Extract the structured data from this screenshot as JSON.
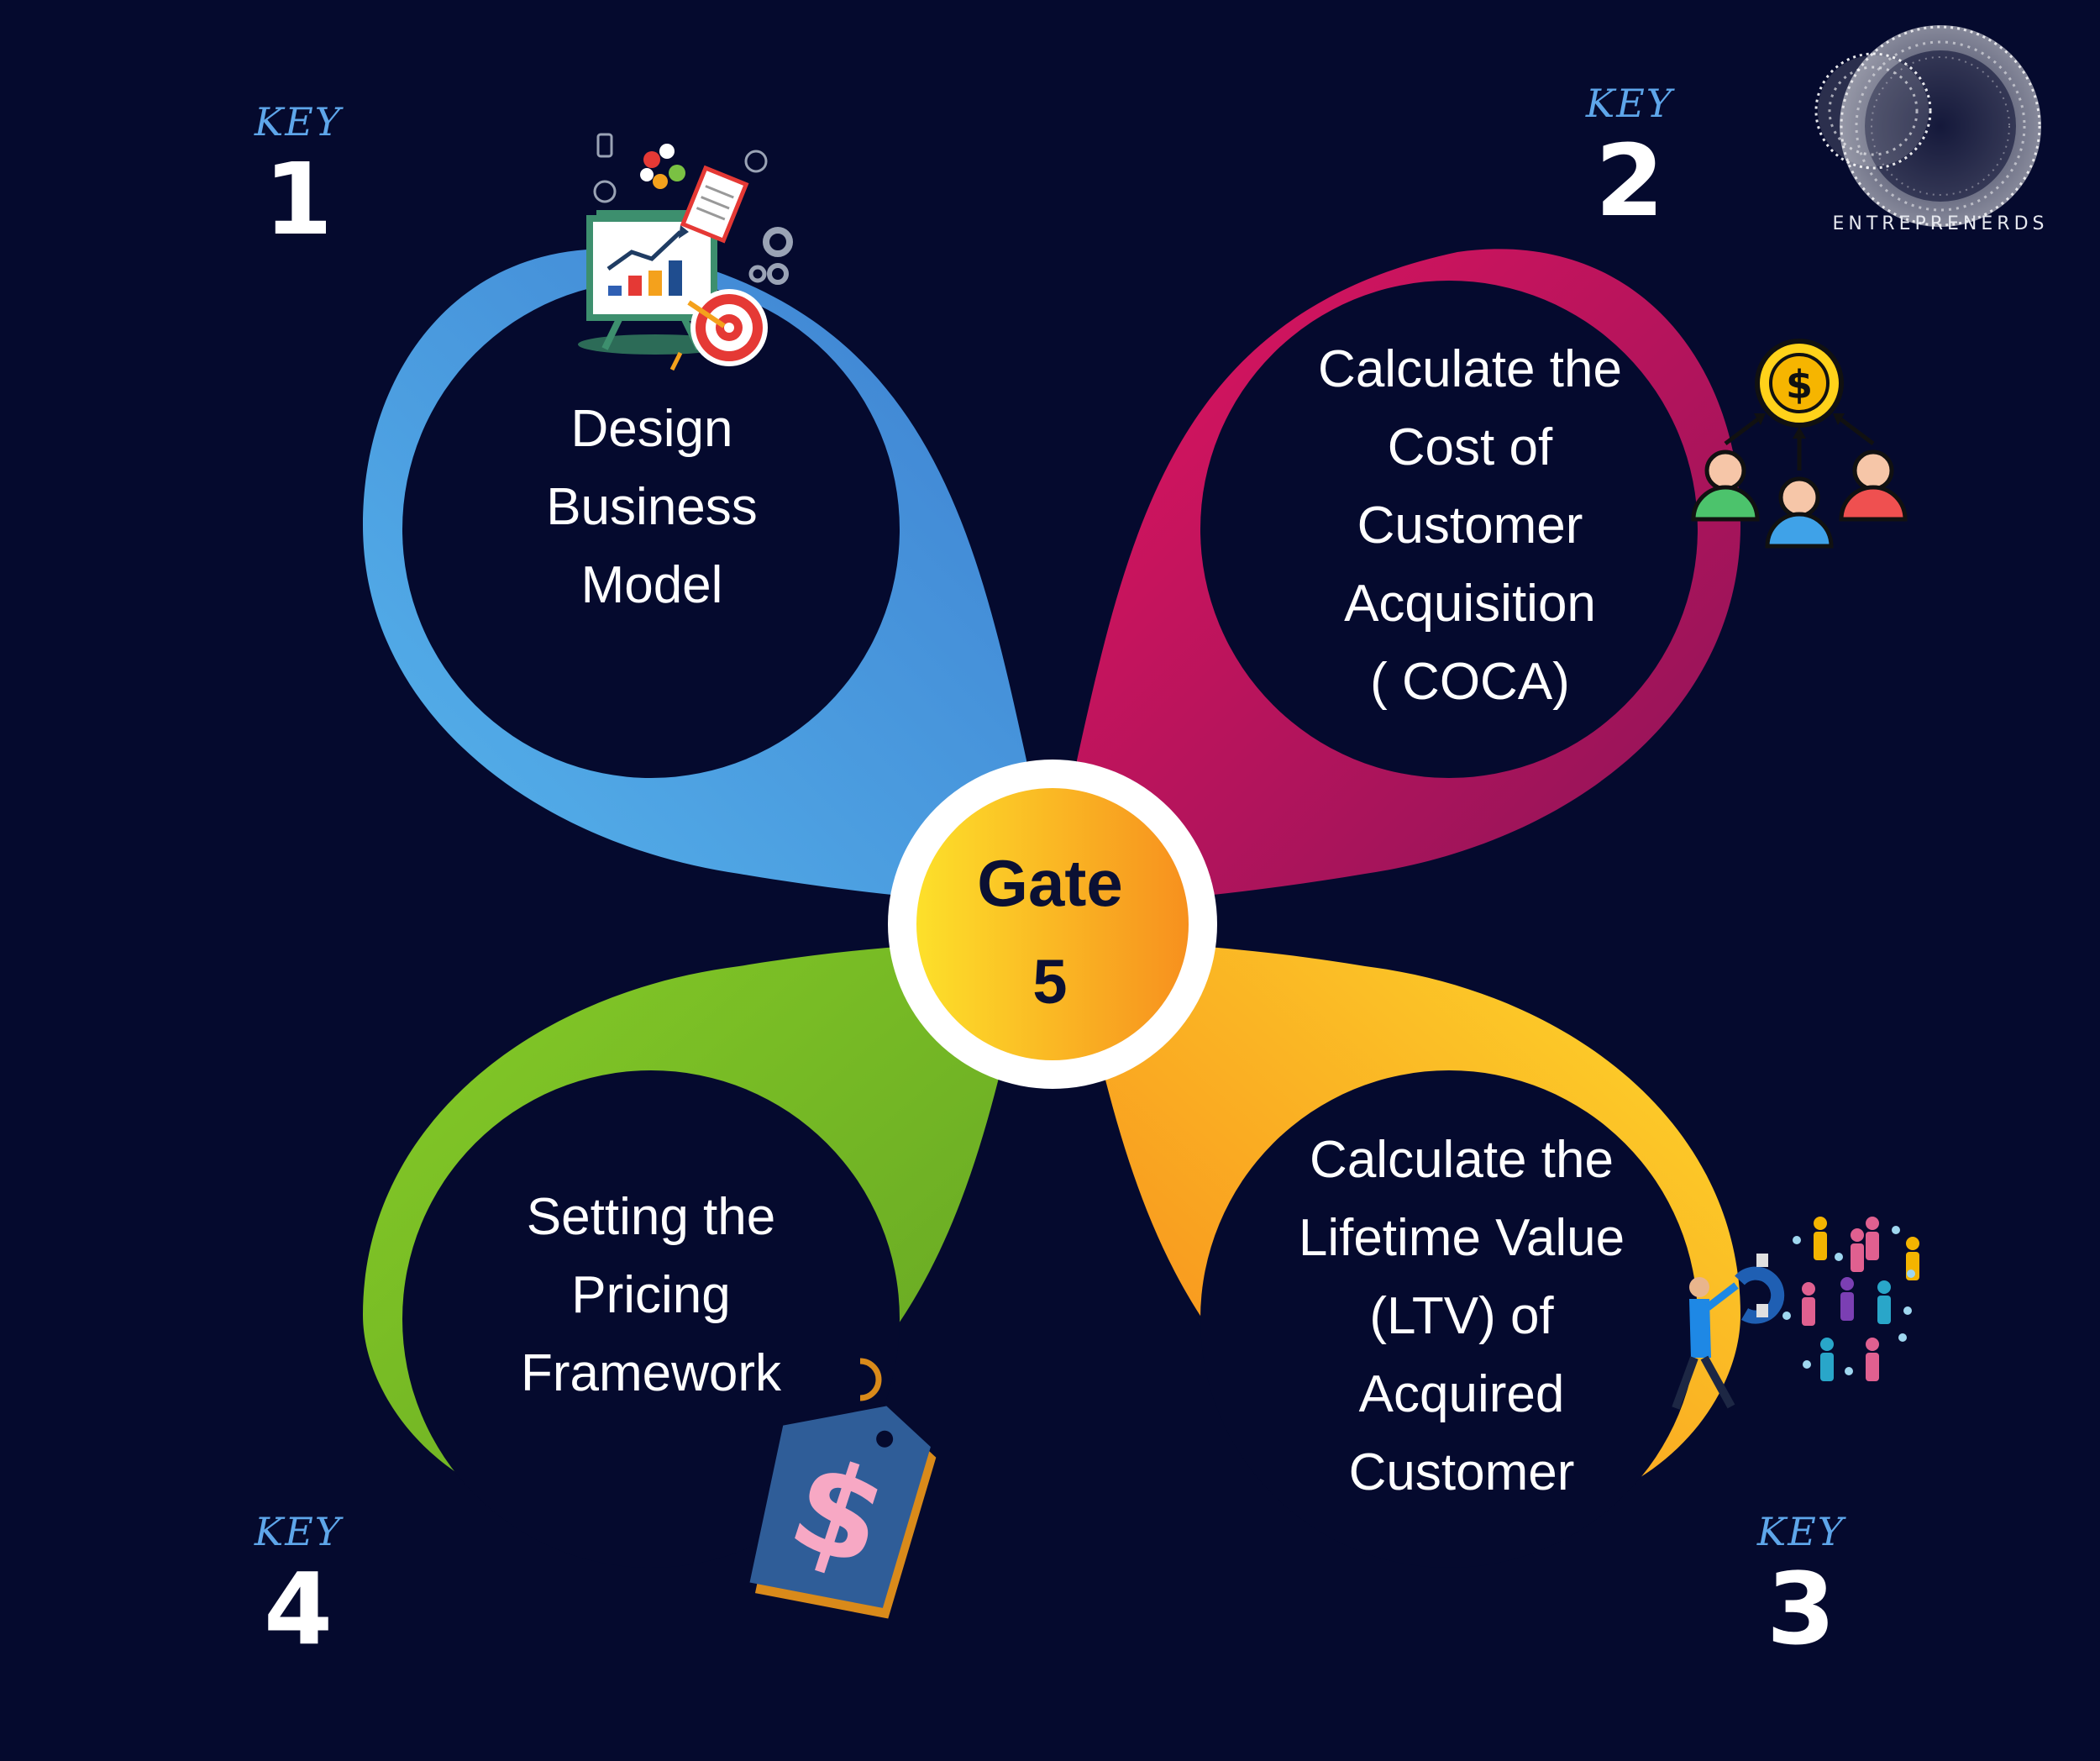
{
  "brand": {
    "name": "ENTREPRENERDS",
    "logo_icon": "interlocking-dotted-rings-logo"
  },
  "center": {
    "line1": "Gate",
    "line2": "5",
    "fill_colors": [
      "#fde02a",
      "#f7901e"
    ]
  },
  "keys": [
    {
      "label": "KEY",
      "number": "1",
      "lines": [
        "Design",
        "Business",
        "Model"
      ],
      "icon": "business-plan-chart-icon",
      "colors": [
        "#56b4ec",
        "#3d7fd0"
      ]
    },
    {
      "label": "KEY",
      "number": "2",
      "lines": [
        "Calculate the",
        "Cost of",
        "Customer",
        "Acquisition",
        "( COCA)"
      ],
      "icon": "customer-acquisition-cost-icon",
      "colors": [
        "#e0145f",
        "#8c1459"
      ]
    },
    {
      "label": "KEY",
      "number": "3",
      "lines": [
        "Calculate the",
        "Lifetime Value",
        "(LTV) of",
        "Acquired",
        "Customer"
      ],
      "icon": "customer-magnet-icon",
      "colors": [
        "#fdd92b",
        "#f7861b"
      ]
    },
    {
      "label": "KEY",
      "number": "4",
      "lines": [
        "Setting the",
        "Pricing",
        "Framework"
      ],
      "icon": "price-tag-icon",
      "colors": [
        "#86cc26",
        "#63a324"
      ]
    }
  ]
}
